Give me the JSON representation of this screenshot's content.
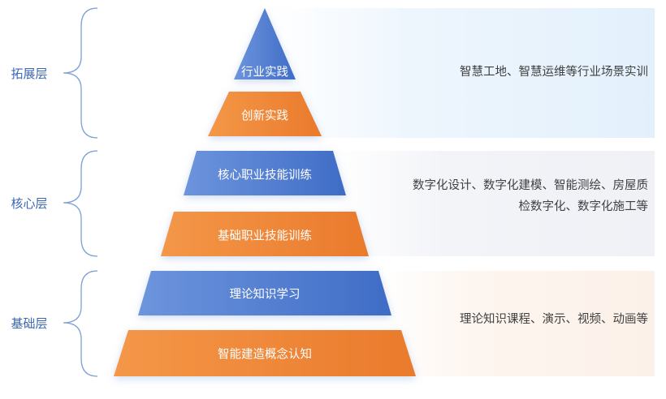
{
  "layers": [
    {
      "label": "拓展层",
      "description": [
        "智慧工地、智慧运维等行业场景实训"
      ]
    },
    {
      "label": "核心层",
      "description": [
        "数字化设计、数字化建模、智能测绘、房屋质",
        "检数字化、数字化施工等"
      ]
    },
    {
      "label": "基础层",
      "description": [
        "理论知识课程、演示、视频、动画等"
      ]
    }
  ],
  "pyramid": [
    {
      "label": "行业实践",
      "color": "#4a78cf"
    },
    {
      "label": "创新实践",
      "color": "#ee8233"
    },
    {
      "label": "核心职业技能训练",
      "color": "#4a78cf"
    },
    {
      "label": "基础职业技能训练",
      "color": "#ee8233"
    },
    {
      "label": "理论知识学习",
      "color": "#4a78cf"
    },
    {
      "label": "智能建造概念认知",
      "color": "#ee8233"
    }
  ],
  "colors": {
    "bracket": "#7ea0d6",
    "layer_text": "#3a66b3"
  }
}
